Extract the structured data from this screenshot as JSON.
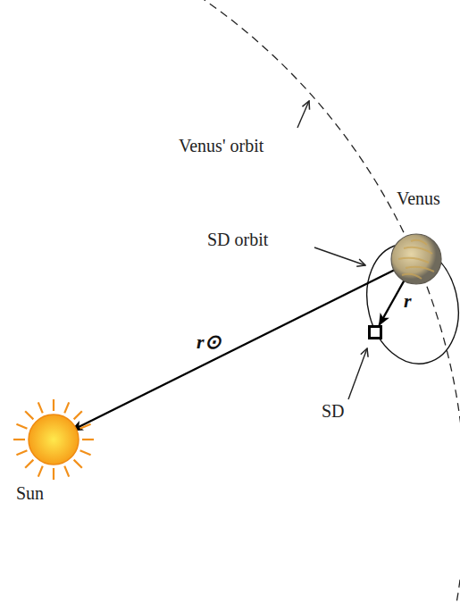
{
  "diagram": {
    "nodes": [
      {
        "text": [
          "Venus"
        ]
      },
      {
        "text": [
          "SD"
        ]
      },
      {
        "text": [
          "Sun"
        ]
      }
    ],
    "edges": [
      {
        "from": 0,
        "to": 2,
        "arrow": "to",
        "label": "r⊙"
      },
      {
        "from": 0,
        "to": 1,
        "arrow": "to",
        "label": "r"
      }
    ],
    "labels": [
      "Venus' orbit",
      "SD orbit"
    ]
  }
}
